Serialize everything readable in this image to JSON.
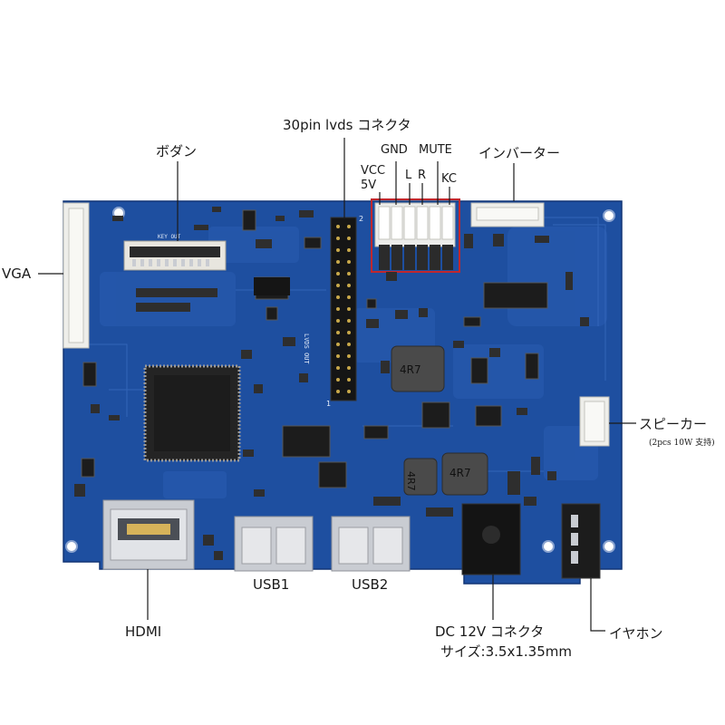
{
  "labels": {
    "lvds_connector": "30pin lvds コネクタ",
    "button": "ボダン",
    "gnd": "GND",
    "mute": "MUTE",
    "vcc": "VCC",
    "v5": "5V",
    "l": "L",
    "r": "R",
    "kc": "KC",
    "inverter": "インバーター",
    "vga": "VGA",
    "speaker": "スピーカー",
    "speaker_note": "(2pcs 10W 支持)",
    "usb1": "USB1",
    "usb2": "USB2",
    "hdmi": "HDMI",
    "dc_connector": "DC 12V コネクタ",
    "dc_size": "サイズ:3.5x1.35mm",
    "earphone": "イヤホン"
  },
  "silkscreen": {
    "key_out": "KEY OUT",
    "lvds_out": "LVDS OUT",
    "inductor_1": "4R7",
    "inductor_2": "4R7",
    "inductor_3": "4R7",
    "pin_2": "2",
    "pin_1": "1"
  },
  "colors": {
    "pcb": "#1e4fa0",
    "pcb_dark": "#163f86",
    "pcb_trace": "#2f62b8",
    "chip": "#1c1c1c",
    "metal": "#c9ccd2",
    "connector_white": "#eeeeea",
    "highlight_box": "#c0272d"
  }
}
